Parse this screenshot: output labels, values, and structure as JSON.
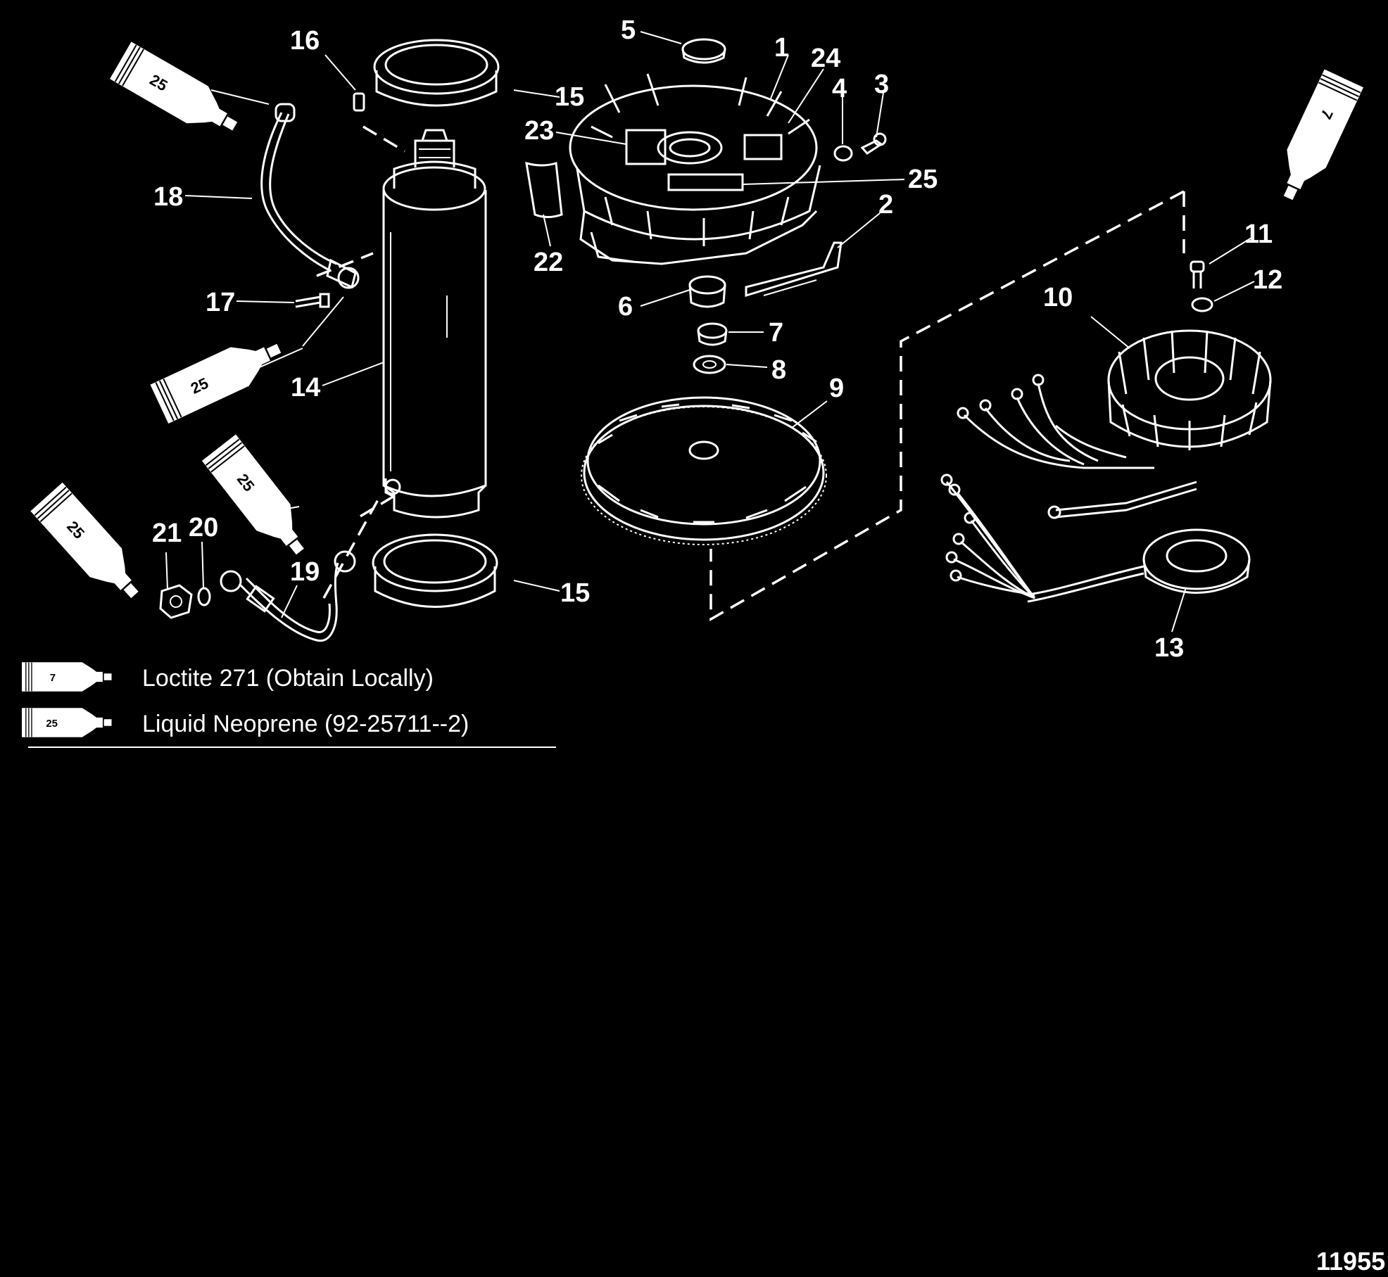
{
  "callouts": [
    {
      "id": "c1",
      "text": "1"
    },
    {
      "id": "c2",
      "text": "2"
    },
    {
      "id": "c3",
      "text": "3"
    },
    {
      "id": "c4",
      "text": "4"
    },
    {
      "id": "c5",
      "text": "5"
    },
    {
      "id": "c6",
      "text": "6"
    },
    {
      "id": "c7",
      "text": "7"
    },
    {
      "id": "c8",
      "text": "8"
    },
    {
      "id": "c9",
      "text": "9"
    },
    {
      "id": "c10",
      "text": "10"
    },
    {
      "id": "c11",
      "text": "11"
    },
    {
      "id": "c12",
      "text": "12"
    },
    {
      "id": "c13",
      "text": "13"
    },
    {
      "id": "c14",
      "text": "14"
    },
    {
      "id": "c15a",
      "text": "15"
    },
    {
      "id": "c15b",
      "text": "15"
    },
    {
      "id": "c16",
      "text": "16"
    },
    {
      "id": "c17",
      "text": "17"
    },
    {
      "id": "c18",
      "text": "18"
    },
    {
      "id": "c19",
      "text": "19"
    },
    {
      "id": "c20",
      "text": "20"
    },
    {
      "id": "c21",
      "text": "21"
    },
    {
      "id": "c22",
      "text": "22"
    },
    {
      "id": "c23",
      "text": "23"
    },
    {
      "id": "c24",
      "text": "24"
    },
    {
      "id": "c25",
      "text": "25"
    }
  ],
  "sealant_tubes": [
    {
      "id": "t1",
      "text": "25"
    },
    {
      "id": "t2",
      "text": "25"
    },
    {
      "id": "t3",
      "text": "25"
    },
    {
      "id": "t4",
      "text": "25"
    },
    {
      "id": "t5",
      "text": "7"
    }
  ],
  "legend": [
    {
      "tube_number": "7",
      "text": "Loctite 271 (Obtain Locally)"
    },
    {
      "tube_number": "25",
      "text": "Liquid Neoprene (92-25711--2)"
    }
  ],
  "figure_number": "11955"
}
